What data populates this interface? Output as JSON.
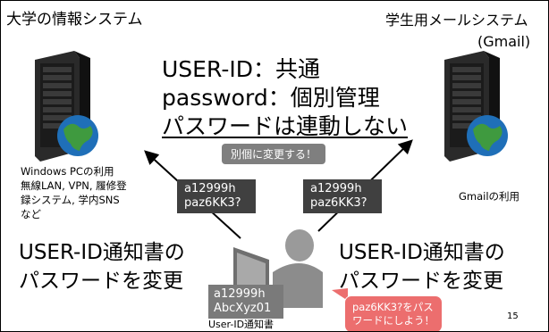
{
  "left_system": {
    "title": "大学の情報システム",
    "uses": [
      "Windows PCの利用",
      "無線LAN, VPN, 履修登",
      "録システム, 学内SNS",
      "など"
    ]
  },
  "right_system": {
    "title": "学生用メールシステム",
    "title_paren": "(Gmail)",
    "use": "Gmailの利用"
  },
  "center": {
    "line1": "USER-ID：共通",
    "line2": "password：個別管理",
    "line3": "パスワードは連動しない",
    "tag": "別個に変更する！"
  },
  "left_cred": {
    "id": "a12999h",
    "pw": "paz6KK3?"
  },
  "right_cred": {
    "id": "a12999h",
    "pw": "paz6KK3?"
  },
  "notice_cred": {
    "id": "a12999h",
    "pw": "AbcXyz01",
    "label": "User-ID通知書"
  },
  "left_caption": {
    "line1": "USER-ID通知書の",
    "line2": "パスワードを変更"
  },
  "right_caption": {
    "line1": "USER-ID通知書の",
    "line2": "パスワードを変更"
  },
  "speech": {
    "line1": "paz6KK3?をパス",
    "line2": "ワードにしよう！"
  },
  "page_number": "15",
  "colors": {
    "arrow": "#000000",
    "dark_box": "#404040",
    "grey_tag": "#7f7f7f",
    "speech": "#ec6e6e"
  }
}
